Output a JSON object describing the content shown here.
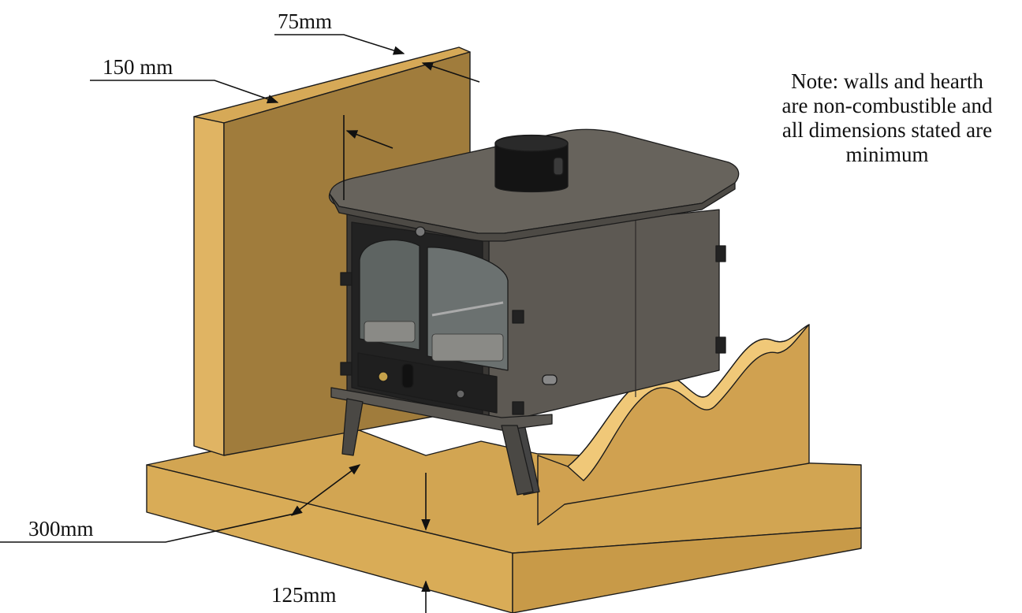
{
  "diagram": {
    "dimensions": {
      "wall_thickness": "75mm",
      "side_clearance": "150 mm",
      "front_hearth": "300mm",
      "hearth_thickness": "125mm"
    },
    "note": {
      "lines": [
        "Note: walls and hearth",
        "are non-combustible and",
        "all dimensions stated are",
        "minimum"
      ]
    },
    "colors": {
      "wood_top": "#d2a552",
      "wood_front": "#d9ac57",
      "wood_side": "#b58a3c",
      "wall_face": "#a07c3c",
      "stove_body": "#5d5953",
      "stove_dark": "#2c2a28",
      "cut_edge": "#f0c878",
      "outline": "#1b1b1b"
    }
  }
}
